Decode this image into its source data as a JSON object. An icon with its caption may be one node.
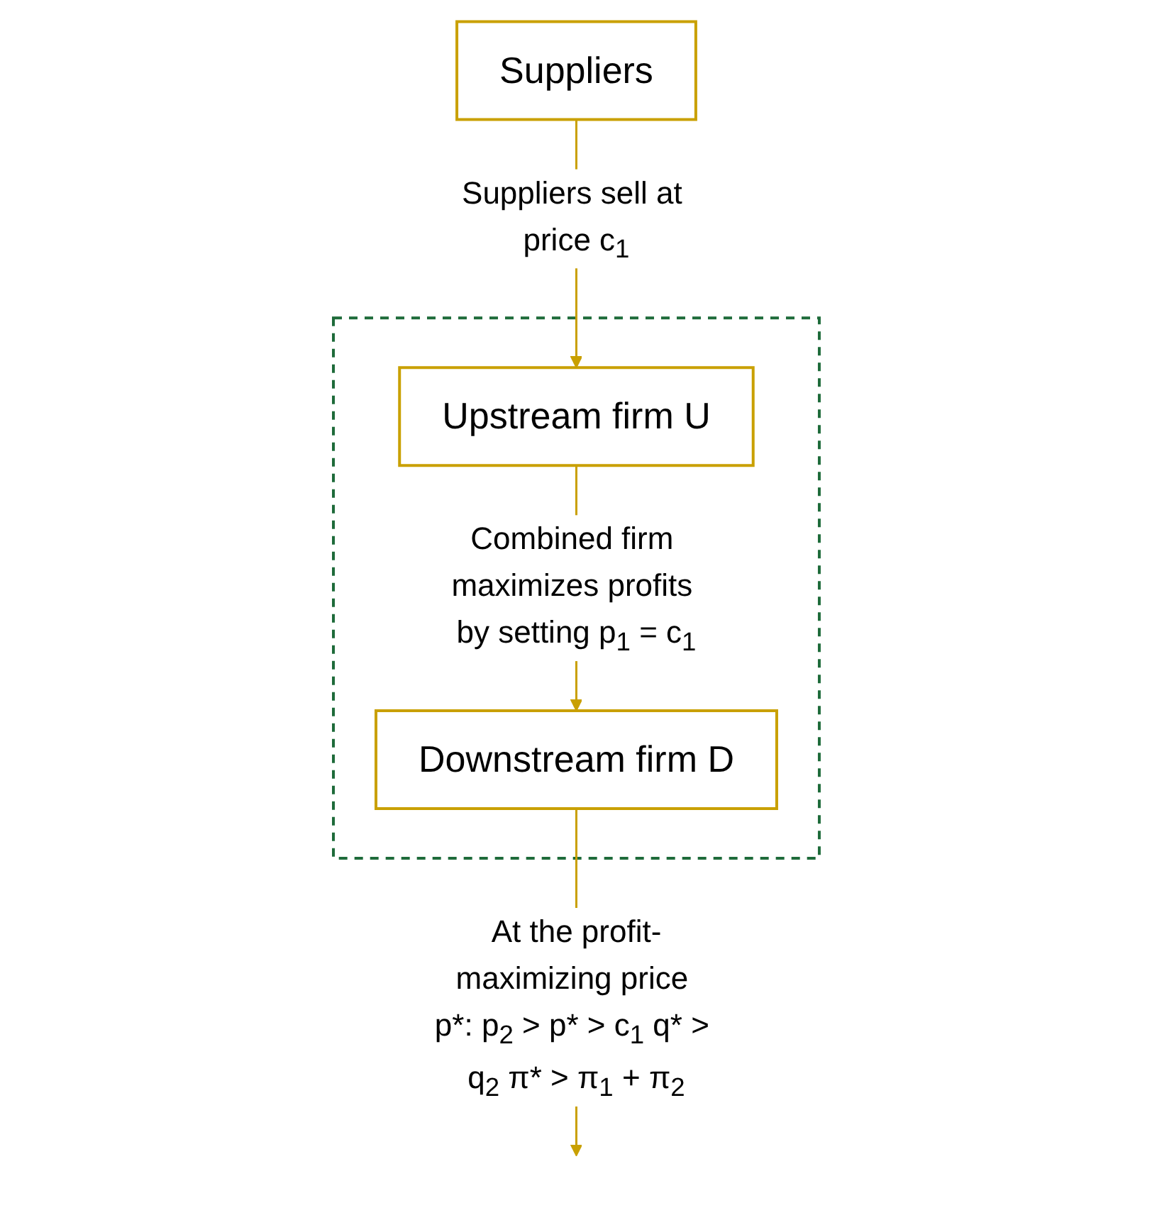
{
  "diagram": {
    "nodes": [
      {
        "text": [
          "Suppliers"
        ]
      },
      {
        "text": [],
        "shape": "box"
      },
      {
        "text": [
          "Upstream firm U"
        ],
        "in": 1
      },
      {
        "text": [
          "Downstream firm D"
        ],
        "in": 1
      }
    ],
    "edges": [
      {
        "from": 0,
        "to": 2,
        "arrow": "to",
        "label": "Suppliers sell at price c$_{1}$"
      },
      {
        "from": 2,
        "to": 3,
        "arrow": "to",
        "label": "Combined firm maximizes profits by setting p$_{1}$ = c$_{1}$"
      },
      {
        "from": 3,
        "to": null,
        "arrow": "to",
        "label": "At the profit-maximizing price p*: p$_{2}$ > p* > c$_{1}$ q* > q$_{2}$ π* > π$_{1}$ + π$_{2}$"
      }
    ]
  }
}
